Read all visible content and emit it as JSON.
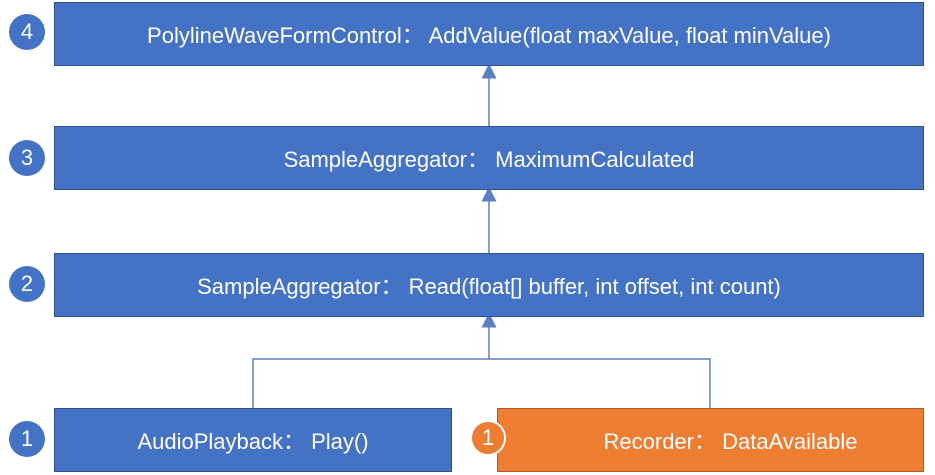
{
  "steps": [
    {
      "number": "4",
      "text": "PolylineWaveFormControl： AddValue(float maxValue, float minValue)",
      "color": "#4472c4"
    },
    {
      "number": "3",
      "text": "SampleAggregator： MaximumCalculated",
      "color": "#4472c4"
    },
    {
      "number": "2",
      "text": "SampleAggregator： Read(float[] buffer, int offset, int count)",
      "color": "#4472c4"
    },
    {
      "number": "1",
      "text": "AudioPlayback： Play()",
      "color": "#4472c4"
    },
    {
      "number": "1",
      "text": "Recorder： DataAvailable",
      "color": "#ed7d31"
    }
  ],
  "colors": {
    "blue": "#4472c4",
    "orange": "#ed7d31",
    "connector": "#5b7fc0"
  }
}
